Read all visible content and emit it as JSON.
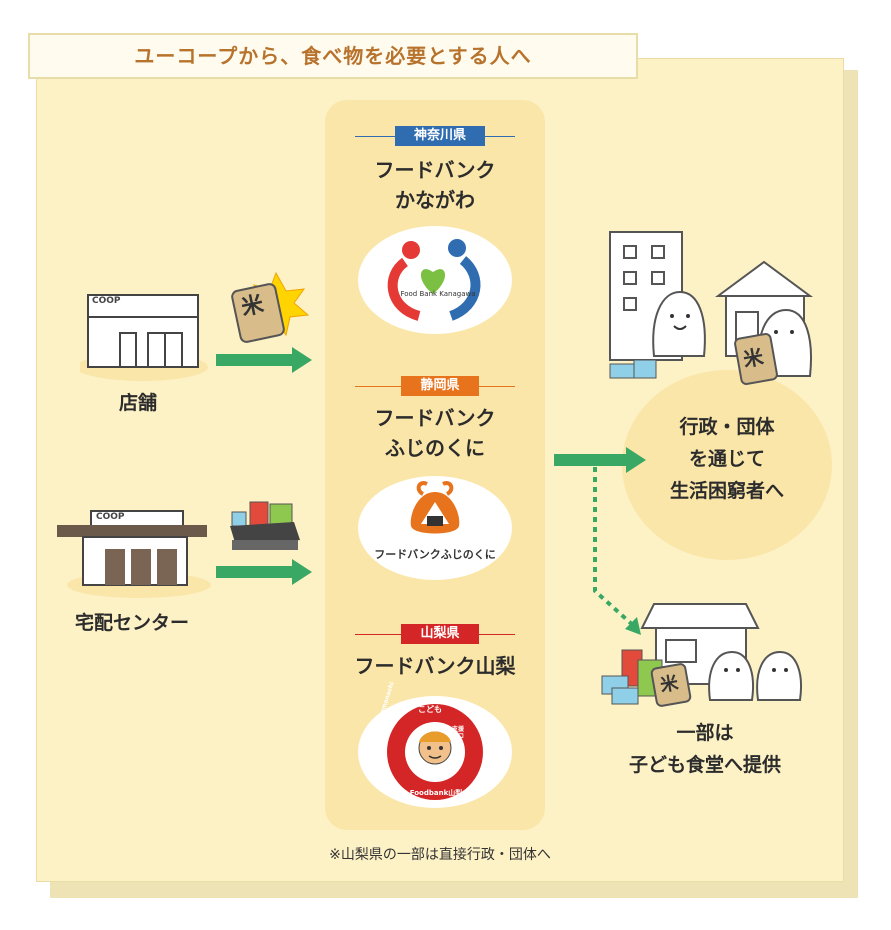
{
  "title": "ユーコープから、食べ物を必要とする人へ",
  "sources": {
    "store": {
      "label": "店舗",
      "sign": "COOP"
    },
    "delivery": {
      "label": "宅配センター",
      "sign": "COOP"
    },
    "rice_bag": "米"
  },
  "foodbanks": [
    {
      "prefecture": "神奈川県",
      "name_lines": [
        "フードバンク",
        "かながわ"
      ],
      "logo_text": "Food Bank Kanagawa",
      "color": "#2f6db0"
    },
    {
      "prefecture": "静岡県",
      "name_lines": [
        "フードバンク",
        "ふじのくに"
      ],
      "logo_text": "フードバンクふじのくに",
      "color": "#e8731d"
    },
    {
      "prefecture": "山梨県",
      "name_lines": [
        "フードバンク山梨"
      ],
      "logo_text_top": "こども",
      "logo_text_right": "支援プロジェクト",
      "logo_text_left": "foodbankyamanashi",
      "logo_text_bottom": "Foodbank山梨",
      "color": "#d42626"
    }
  ],
  "destinations": {
    "main_lines": [
      "行政・団体",
      "を通じて",
      "生活困窮者へ"
    ],
    "sub_lines": [
      "一部は",
      "子ども食堂へ提供"
    ],
    "rice_bag": "米"
  },
  "footnote": "※山梨県の一部は直接行政・団体へ",
  "colors": {
    "arrow": "#3aa865",
    "paper": "#fdf1c6",
    "column": "#fbe6a9"
  }
}
